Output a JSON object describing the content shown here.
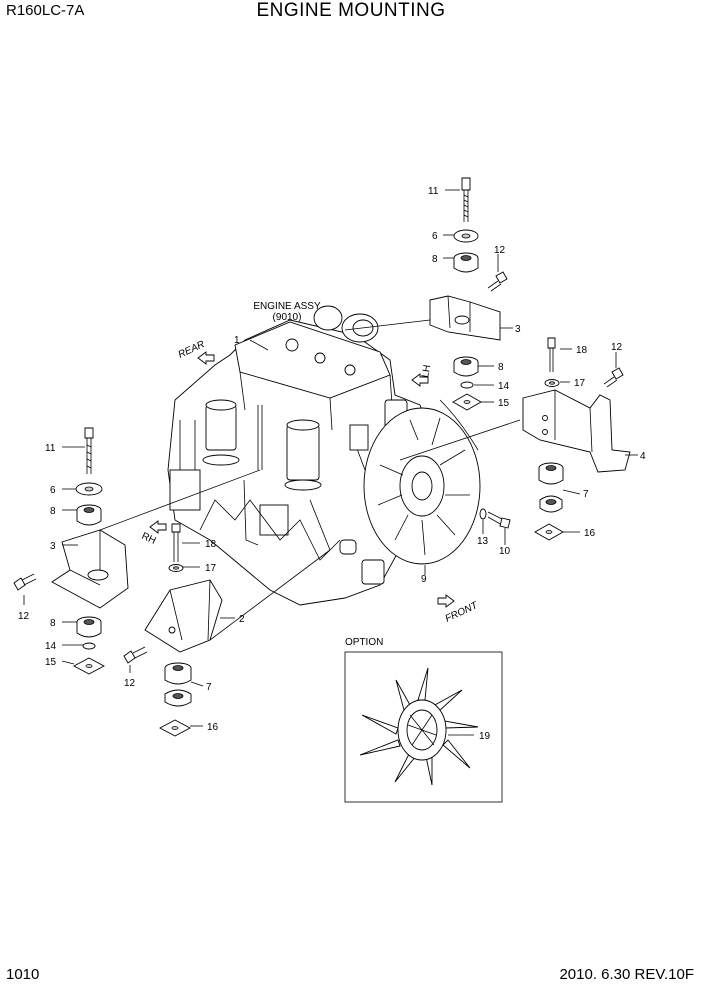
{
  "header": {
    "model": "R160LC-7A",
    "title": "ENGINE MOUNTING"
  },
  "footer": {
    "page_number": "1010",
    "revision": "2010. 6.30  REV.10F"
  },
  "diagram": {
    "engine_assy_label": "ENGINE ASSY",
    "engine_assy_ref": "(9010)",
    "directions": {
      "rear": "REAR",
      "front": "FRONT",
      "lh": "LH",
      "rh": "RH"
    },
    "option_label": "OPTION",
    "callouts": {
      "c1": "1",
      "c2": "2",
      "c3a": "3",
      "c3b": "3",
      "c4": "4",
      "c6a": "6",
      "c6b": "6",
      "c7a": "7",
      "c7b": "7",
      "c8a": "8",
      "c8b": "8",
      "c8c": "8",
      "c8d": "8",
      "c9": "9",
      "c10": "10",
      "c11a": "11",
      "c11b": "11",
      "c12a": "12",
      "c12b": "12",
      "c12c": "12",
      "c12d": "12",
      "c13": "13",
      "c14a": "14",
      "c14b": "14",
      "c15a": "15",
      "c15b": "15",
      "c16a": "16",
      "c16b": "16",
      "c17a": "17",
      "c17b": "17",
      "c18a": "18",
      "c18b": "18",
      "c19": "19"
    }
  }
}
